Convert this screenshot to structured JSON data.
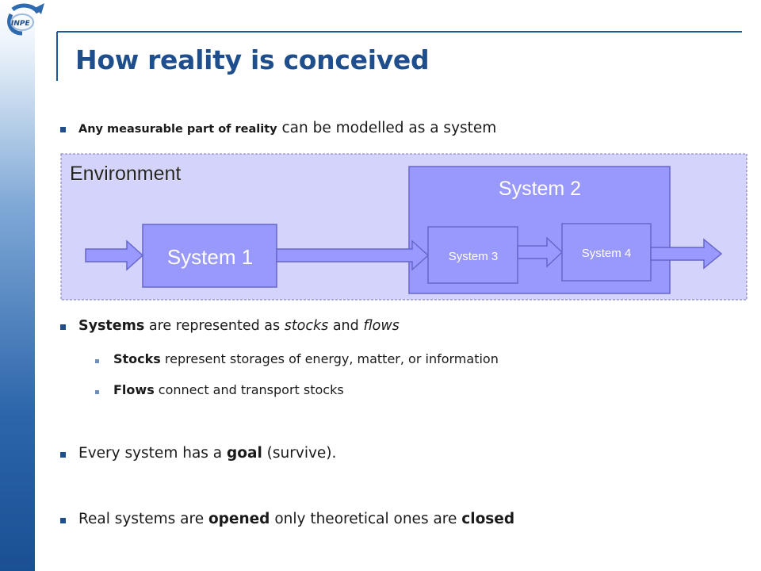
{
  "logo": {
    "text": "INPE",
    "icon": "inpe-logo"
  },
  "title": "How reality is conceived",
  "bullets": {
    "b1": {
      "lead": "Any measurable part of reality",
      "rest": " can be modelled as a system"
    },
    "b2": {
      "t1": "Systems",
      "t2": " are represented as ",
      "t3": "stocks",
      "t4": " and ",
      "t5": "flows"
    },
    "b2a": {
      "t1": "Stocks",
      "t2": " represent  storages  of energy, matter, or information"
    },
    "b2b": {
      "t1": "Flows",
      "t2": " connect and transport stocks"
    },
    "b3": {
      "t1": "Every system has a ",
      "t2": "goal",
      "t3": " (survive)."
    },
    "b4": {
      "t1": "Real systems are ",
      "t2": "opened",
      "t3": " only theoretical ones are ",
      "t4": "closed"
    }
  },
  "diagram": {
    "environment_label": "Environment",
    "system1_label": "System 1",
    "system2_label": "System 2",
    "system3_label": "System 3",
    "system4_label": "System 4",
    "colors": {
      "environment_fill": "#d3d3fb",
      "system_fill": "#9999fb",
      "arrow_fill": "#9999ff",
      "border": "#6666cc"
    }
  }
}
